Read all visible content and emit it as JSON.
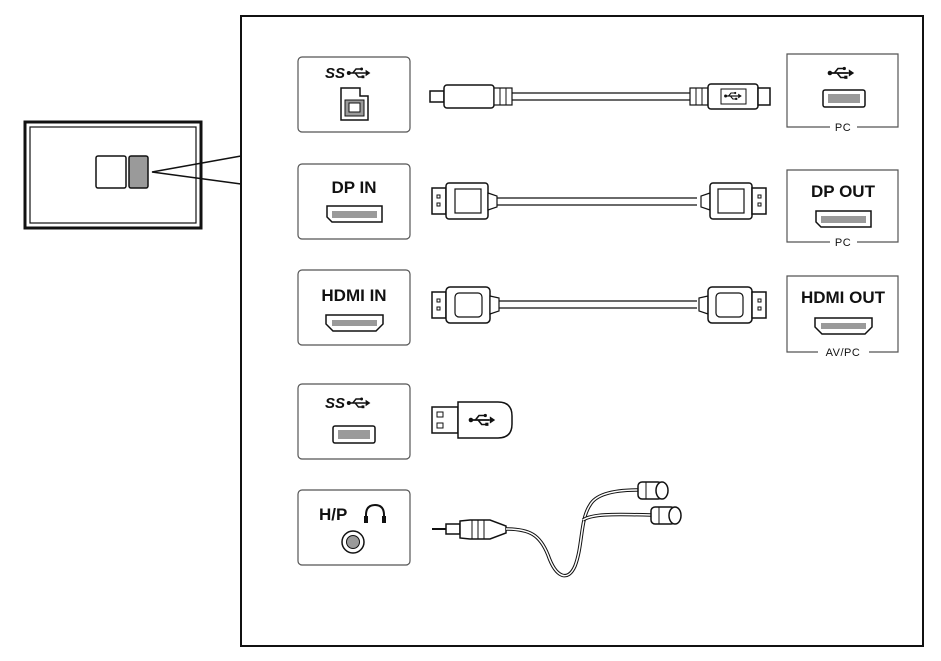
{
  "panel": {
    "ports": {
      "usb_upstream": {
        "label": "SS",
        "icon": "usb-trident-icon"
      },
      "dp_in": {
        "label": "DP IN"
      },
      "hdmi_in": {
        "label": "HDMI IN"
      },
      "usb_downstream": {
        "label": "SS",
        "icon": "usb-trident-icon"
      },
      "headphone": {
        "label": "H/P",
        "icon": "headphone-icon"
      }
    }
  },
  "devices": {
    "pc_usb": {
      "caption": "PC",
      "icon": "usb-trident-icon"
    },
    "pc_dp": {
      "label": "DP OUT",
      "caption": "PC"
    },
    "av_hdmi": {
      "label": "HDMI OUT",
      "caption": "AV/PC"
    }
  },
  "colors": {
    "stroke": "#111111",
    "port_fill": "#9a9a9a",
    "box_stroke": "#555555"
  }
}
